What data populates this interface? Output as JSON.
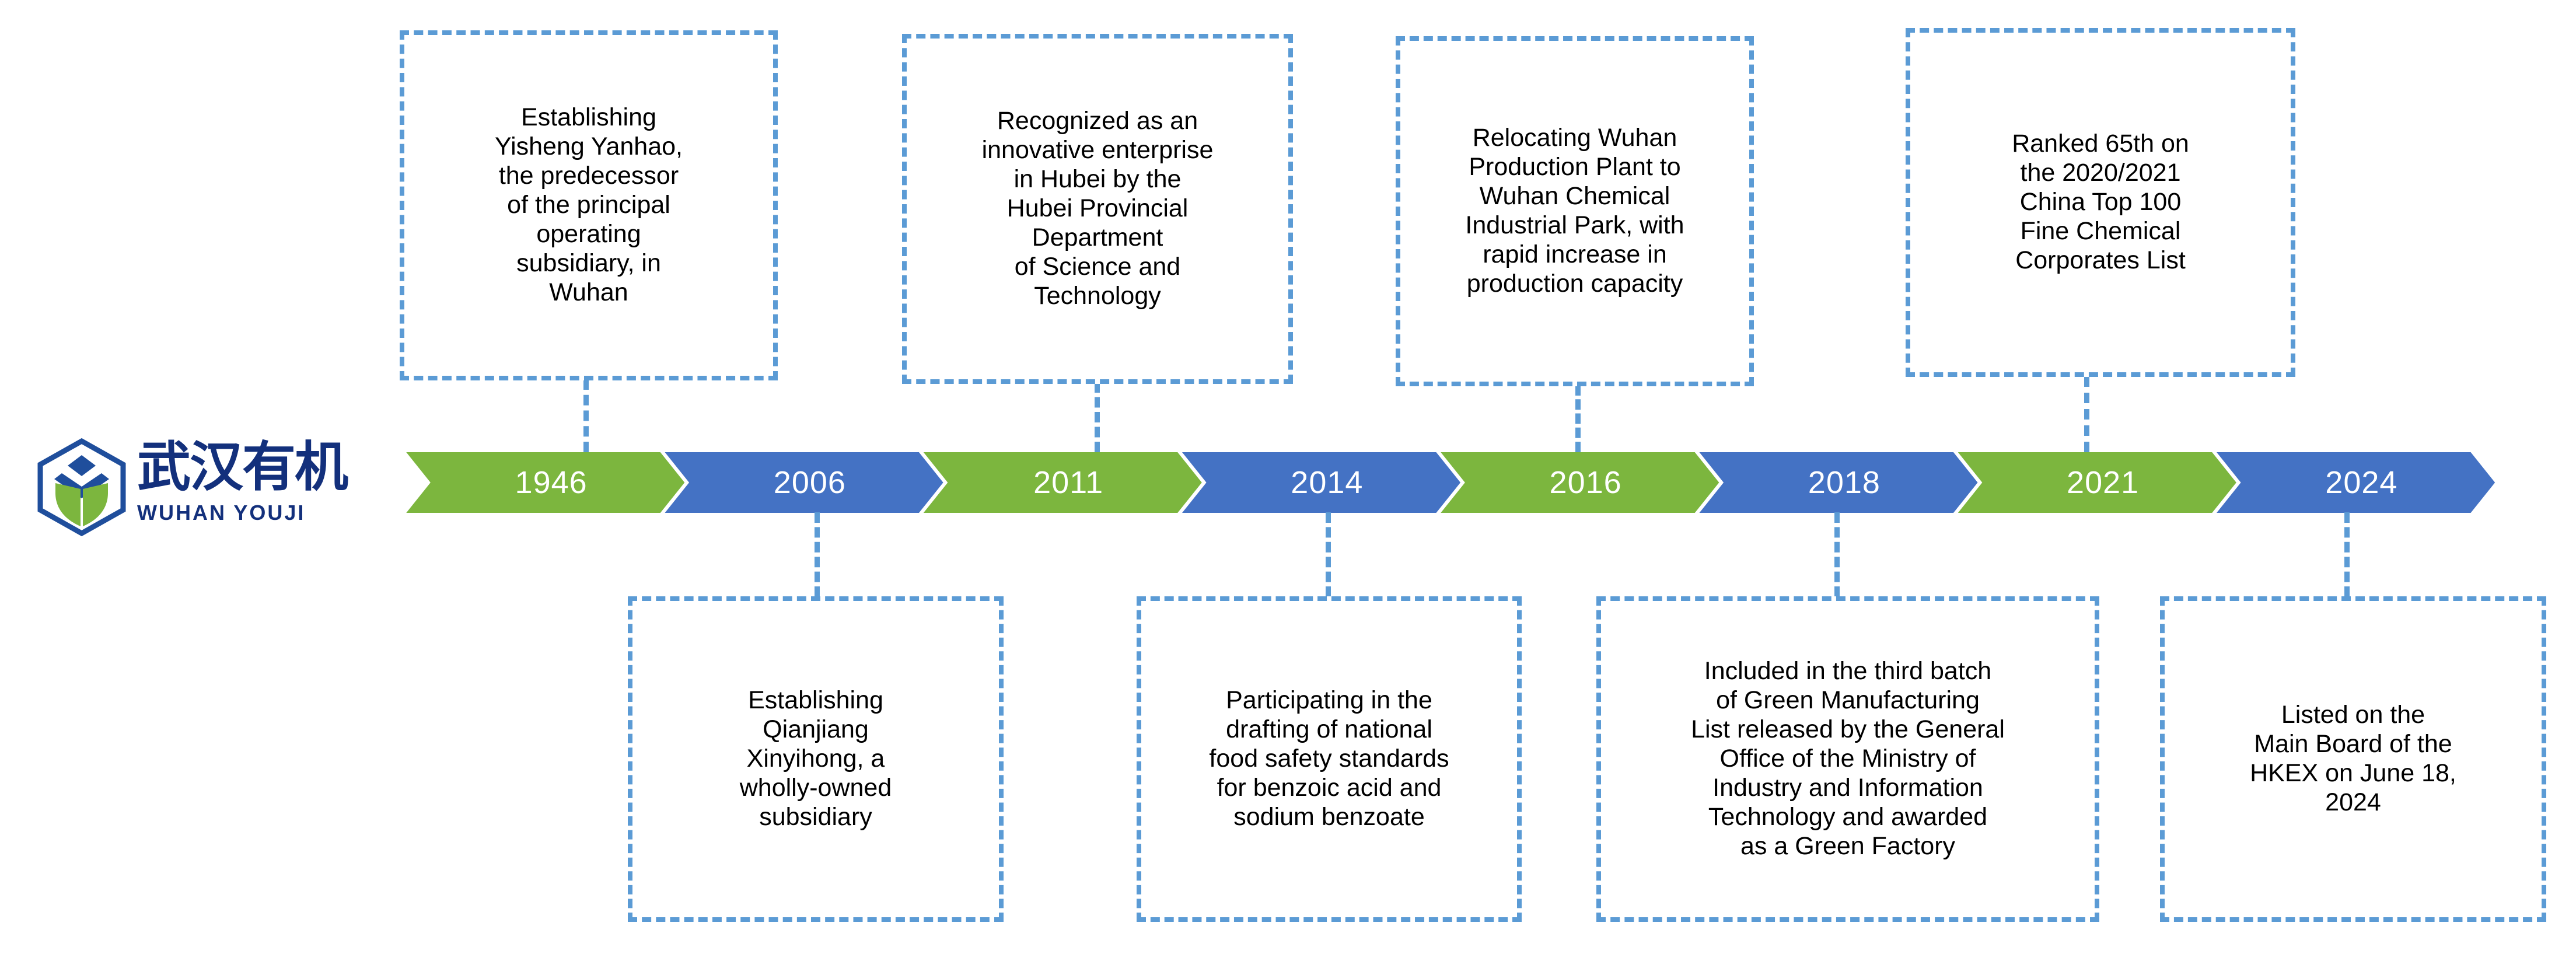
{
  "logo": {
    "chinese_name": "武汉有机",
    "english_name": "WUHAN  YOUJI",
    "mark_name": "wuhan-youji-hexagon-leaf-logo"
  },
  "colors": {
    "green": "#7CB63E",
    "blue": "#4472C4",
    "dash_blue": "#5B9BD5",
    "logo_navy": "#13307C",
    "logo_green": "#7CB63E"
  },
  "timeline": {
    "milestones": [
      {
        "year": "1946",
        "color": "green",
        "position": "top"
      },
      {
        "year": "2006",
        "color": "blue",
        "position": "bottom"
      },
      {
        "year": "2011",
        "color": "green",
        "position": "top"
      },
      {
        "year": "2014",
        "color": "blue",
        "position": "bottom"
      },
      {
        "year": "2016",
        "color": "green",
        "position": "top"
      },
      {
        "year": "2018",
        "color": "blue",
        "position": "bottom"
      },
      {
        "year": "2021",
        "color": "green",
        "position": "top"
      },
      {
        "year": "2024",
        "color": "blue",
        "position": "bottom"
      }
    ]
  },
  "callouts": {
    "top": [
      {
        "year": "1946",
        "text": "Establishing\nYisheng Yanhao,\nthe predecessor\nof the principal\noperating\nsubsidiary, in\nWuhan"
      },
      {
        "year": "2011",
        "text": "Recognized as an\ninnovative enterprise\nin Hubei by the\nHubei Provincial\nDepartment\nof Science and\nTechnology"
      },
      {
        "year": "2016",
        "text": "Relocating Wuhan\nProduction Plant to\nWuhan Chemical\nIndustrial Park, with\nrapid increase in\nproduction capacity"
      },
      {
        "year": "2021",
        "text": "Ranked 65th on\nthe 2020/2021\nChina Top 100\nFine Chemical\nCorporates List"
      }
    ],
    "bottom": [
      {
        "year": "2006",
        "text": "Establishing\nQianjiang\nXinyihong, a\nwholly-owned\nsubsidiary"
      },
      {
        "year": "2014",
        "text": "Participating in the\ndrafting of national\nfood safety standards\nfor benzoic acid and\nsodium benzoate"
      },
      {
        "year": "2018",
        "text": "Included in the third batch\nof Green Manufacturing\nList released by the General\nOffice of the Ministry of\nIndustry and Information\nTechnology and awarded\nas a Green Factory"
      },
      {
        "year": "2024",
        "text": "Listed on the\nMain Board of the\nHKEX on June 18,\n2024"
      }
    ]
  }
}
